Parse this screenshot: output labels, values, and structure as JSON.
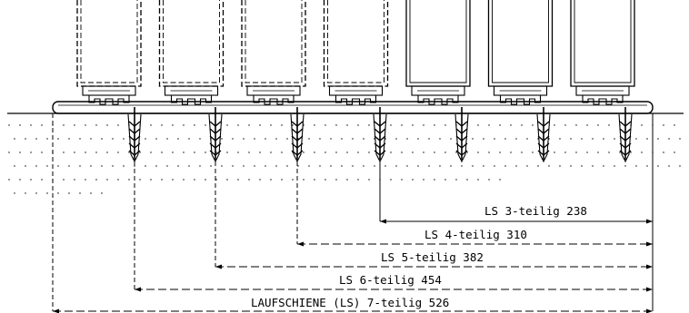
{
  "dimensions": [
    {
      "label": "LS 3-teilig 238",
      "panel_index": 3
    },
    {
      "label": "LS 4-teilig 310",
      "panel_index": 2
    },
    {
      "label": "LS 5-teilig 382",
      "panel_index": 1
    },
    {
      "label": "LS 6-teilig 454",
      "panel_index": 0
    },
    {
      "label": "LAUFSCHIENE (LS) 7-teilig 526",
      "panel_index": -1
    }
  ],
  "panels": [
    {
      "style": "dashed"
    },
    {
      "style": "dashed"
    },
    {
      "style": "dashed"
    },
    {
      "style": "dashed"
    },
    {
      "style": "solid"
    },
    {
      "style": "solid"
    },
    {
      "style": "solid"
    }
  ]
}
